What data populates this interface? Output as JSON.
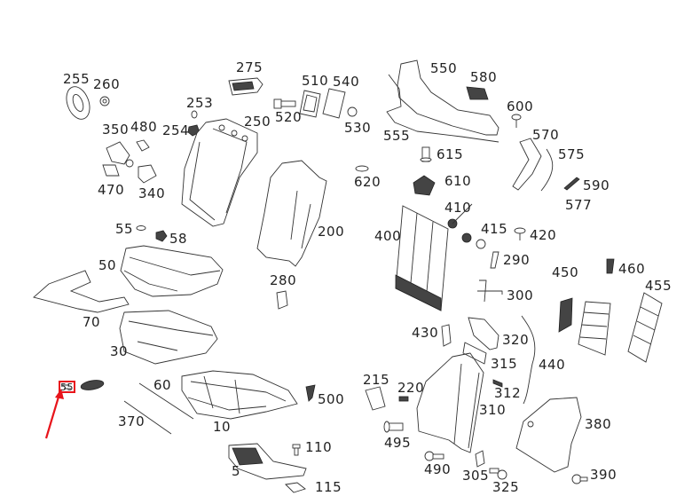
{
  "diagram": {
    "type": "exploded-parts-diagram",
    "highlight": {
      "part_number": "55",
      "color": "#e8141b",
      "indicator": "arrow"
    },
    "parts": [
      {
        "id": "p255",
        "label": "255"
      },
      {
        "id": "p260",
        "label": "260"
      },
      {
        "id": "p275",
        "label": "275"
      },
      {
        "id": "p253",
        "label": "253"
      },
      {
        "id": "p250",
        "label": "250"
      },
      {
        "id": "p254",
        "label": "254"
      },
      {
        "id": "p350",
        "label": "350"
      },
      {
        "id": "p480",
        "label": "480"
      },
      {
        "id": "p470",
        "label": "470"
      },
      {
        "id": "p340",
        "label": "340"
      },
      {
        "id": "p510",
        "label": "510"
      },
      {
        "id": "p540",
        "label": "540"
      },
      {
        "id": "p520",
        "label": "520"
      },
      {
        "id": "p530",
        "label": "530"
      },
      {
        "id": "p620",
        "label": "620"
      },
      {
        "id": "p200",
        "label": "200"
      },
      {
        "id": "p55",
        "label": "55"
      },
      {
        "id": "p58",
        "label": "58"
      },
      {
        "id": "p50",
        "label": "50"
      },
      {
        "id": "p70",
        "label": "70"
      },
      {
        "id": "p280",
        "label": "280"
      },
      {
        "id": "p30",
        "label": "30"
      },
      {
        "id": "p55b",
        "label": "55"
      },
      {
        "id": "p60",
        "label": "60"
      },
      {
        "id": "p370",
        "label": "370"
      },
      {
        "id": "p10",
        "label": "10"
      },
      {
        "id": "p500",
        "label": "500"
      },
      {
        "id": "p110",
        "label": "110"
      },
      {
        "id": "p5",
        "label": "5"
      },
      {
        "id": "p115",
        "label": "115"
      },
      {
        "id": "p550",
        "label": "550"
      },
      {
        "id": "p580",
        "label": "580"
      },
      {
        "id": "p600",
        "label": "600"
      },
      {
        "id": "p555",
        "label": "555"
      },
      {
        "id": "p570",
        "label": "570"
      },
      {
        "id": "p615",
        "label": "615"
      },
      {
        "id": "p575",
        "label": "575"
      },
      {
        "id": "p610",
        "label": "610"
      },
      {
        "id": "p590",
        "label": "590"
      },
      {
        "id": "p577",
        "label": "577"
      },
      {
        "id": "p410",
        "label": "410"
      },
      {
        "id": "p400",
        "label": "400"
      },
      {
        "id": "p415",
        "label": "415"
      },
      {
        "id": "p420",
        "label": "420"
      },
      {
        "id": "p290",
        "label": "290"
      },
      {
        "id": "p450",
        "label": "450"
      },
      {
        "id": "p460",
        "label": "460"
      },
      {
        "id": "p455",
        "label": "455"
      },
      {
        "id": "p300",
        "label": "300"
      },
      {
        "id": "p430",
        "label": "430"
      },
      {
        "id": "p320",
        "label": "320"
      },
      {
        "id": "p315",
        "label": "315"
      },
      {
        "id": "p440",
        "label": "440"
      },
      {
        "id": "p215",
        "label": "215"
      },
      {
        "id": "p220",
        "label": "220"
      },
      {
        "id": "p312",
        "label": "312"
      },
      {
        "id": "p310",
        "label": "310"
      },
      {
        "id": "p380",
        "label": "380"
      },
      {
        "id": "p495",
        "label": "495"
      },
      {
        "id": "p490",
        "label": "490"
      },
      {
        "id": "p305",
        "label": "305"
      },
      {
        "id": "p325",
        "label": "325"
      },
      {
        "id": "p390",
        "label": "390"
      }
    ]
  }
}
